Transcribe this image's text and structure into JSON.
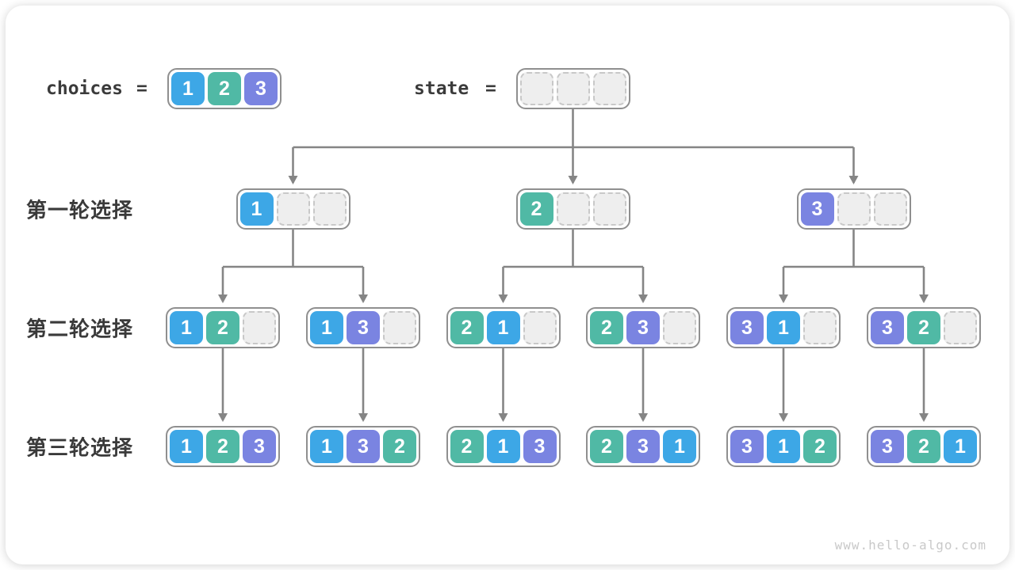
{
  "header": {
    "choices_label": "choices",
    "choices_eq": "=",
    "choices_cells": [
      1,
      2,
      3
    ],
    "state_label": "state",
    "state_eq": "=",
    "state_cells": [
      null,
      null,
      null
    ]
  },
  "rows": [
    {
      "label": "第一轮选择",
      "boxes": [
        [
          1,
          null,
          null
        ],
        [
          2,
          null,
          null
        ],
        [
          3,
          null,
          null
        ]
      ]
    },
    {
      "label": "第二轮选择",
      "boxes": [
        [
          1,
          2,
          null
        ],
        [
          1,
          3,
          null
        ],
        [
          2,
          1,
          null
        ],
        [
          2,
          3,
          null
        ],
        [
          3,
          1,
          null
        ],
        [
          3,
          2,
          null
        ]
      ]
    },
    {
      "label": "第三轮选择",
      "boxes": [
        [
          1,
          2,
          3
        ],
        [
          1,
          3,
          2
        ],
        [
          2,
          1,
          3
        ],
        [
          2,
          3,
          1
        ],
        [
          3,
          1,
          2
        ],
        [
          3,
          2,
          1
        ]
      ]
    }
  ],
  "footer": {
    "watermark": "www.hello-algo.com"
  },
  "colors": {
    "value1": "#3da7e6",
    "value2": "#50b9a5",
    "value3": "#7a84e1",
    "arrow": "#858585",
    "empty_fill": "#eeeeee",
    "empty_border": "#c8c8c8",
    "box_border": "#8f8f8f"
  }
}
